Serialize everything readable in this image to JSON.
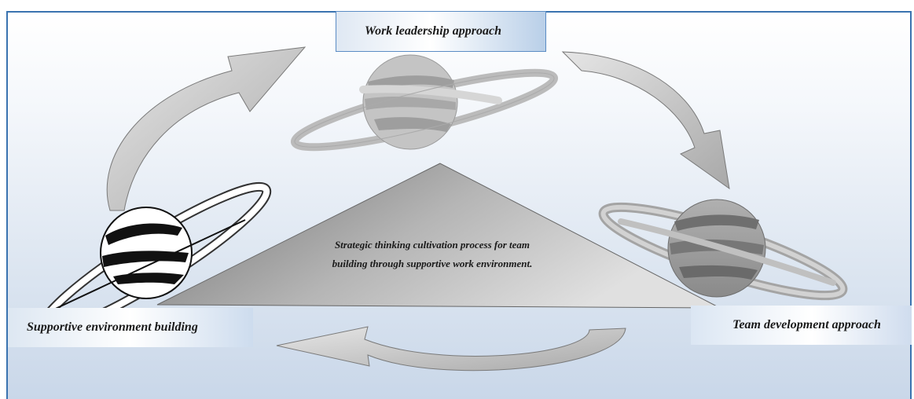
{
  "diagram": {
    "top_label": "Work leadership approach",
    "left_label": "Supportive environment building",
    "right_label": "Team development approach",
    "center_line1": "Strategic thinking cultivation process for team",
    "center_line2": "building through  supportive work environment."
  },
  "colors": {
    "frame_border": "#3a73b0",
    "box_border": "#5b8cc4",
    "arrow_fill": "#c8c8c8",
    "triangle_dark": "#7d7d7d",
    "triangle_light": "#d9d9d9"
  },
  "icons": [
    "planet-icon-dark",
    "planet-icon-light",
    "planet-icon-gray",
    "curved-arrow-icon"
  ]
}
